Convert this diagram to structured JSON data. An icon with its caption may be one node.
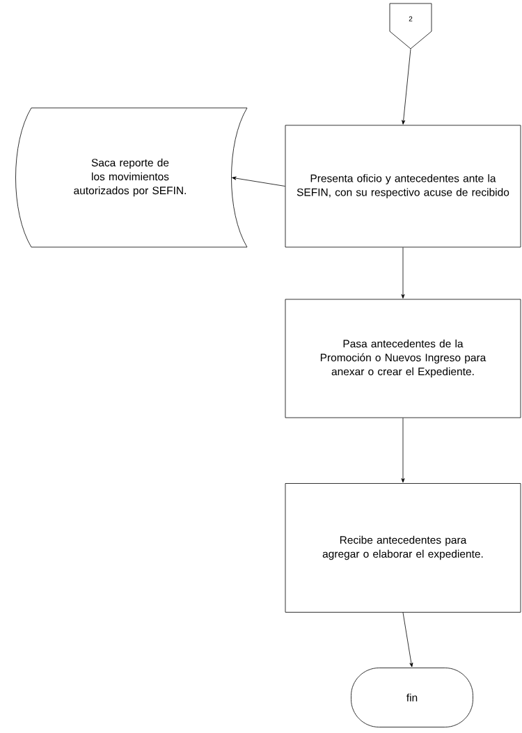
{
  "diagram": {
    "nodes": [
      {
        "text": [
          "2"
        ]
      },
      {
        "text": [
          "Presenta oficio y antecedentes ante la SEFIN, con su respectivo acuse de recibido"
        ]
      },
      {
        "text": [
          "Saca reporte de los movimientos autorizados por SEFIN."
        ]
      },
      {
        "text": [
          "Pasa antecedentes de la Promoción o Nuevos Ingreso para anexar o crear el Expediente."
        ]
      },
      {
        "text": [
          "Recibe antecedentes para agregar o elaborar el expediente."
        ]
      },
      {
        "text": [
          "fin"
        ]
      }
    ],
    "edges": [
      {
        "from": 0,
        "to": 1,
        "arrow": "to"
      },
      {
        "from": 1,
        "to": 2,
        "arrow": "to"
      },
      {
        "from": 1,
        "to": 3,
        "arrow": "to"
      },
      {
        "from": 3,
        "to": 4,
        "arrow": "to"
      },
      {
        "from": 4,
        "to": 5,
        "arrow": "to"
      }
    ]
  }
}
